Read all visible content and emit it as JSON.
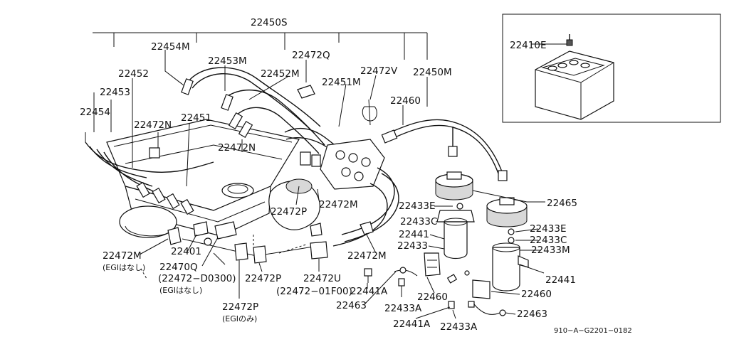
{
  "labels": {
    "l22450S": "22450S",
    "l22454M": "22454M",
    "l22453M": "22453M",
    "l22472Q": "22472Q",
    "l22452M": "22452M",
    "l22451M": "22451M",
    "l22472V": "22472V",
    "l22450M": "22450M",
    "l22460_top": "22460",
    "l22452": "22452",
    "l22453": "22453",
    "l22454": "22454",
    "l22451": "22451",
    "l22472N_left": "22472N",
    "l22472N_mid": "22472N",
    "l22410E": "22410E",
    "l22465": "22465",
    "l22433E_1": "22433E",
    "l22433C_1": "22433C",
    "l22441_1": "22441",
    "l22433_1": "22433",
    "l22433E_2": "22433E",
    "l22433C_2": "22433C",
    "l22433M": "22433M",
    "l22441_2": "22441",
    "l22460_r": "22460",
    "l22463_r": "22463",
    "l22472P_mid": "22472P",
    "l22472M_mid": "22472M",
    "l22472M_right": "22472M",
    "l22472M_left": "22472M",
    "l_egi_nashi_1": "(EGIはなし)",
    "l22401": "22401",
    "l22470Q": "22470Q",
    "l22472_D0300": "(22472−D0300)",
    "l_egi_nashi_2": "(EGIはなし)",
    "l22472P_b1": "22472P",
    "l22472U": "22472U",
    "l22472_01F00": "(22472−01F00)",
    "l22441A_1": "22441A",
    "l22463_l": "22463",
    "l22433A_1": "22433A",
    "l22460_b": "22460",
    "l22441A_2": "22441A",
    "l22433A_2": "22433A",
    "l22472P_b2": "22472P",
    "l_egi_nomi": "(EGIのみ)",
    "diagram_code": "910−A−G2201−0182"
  }
}
